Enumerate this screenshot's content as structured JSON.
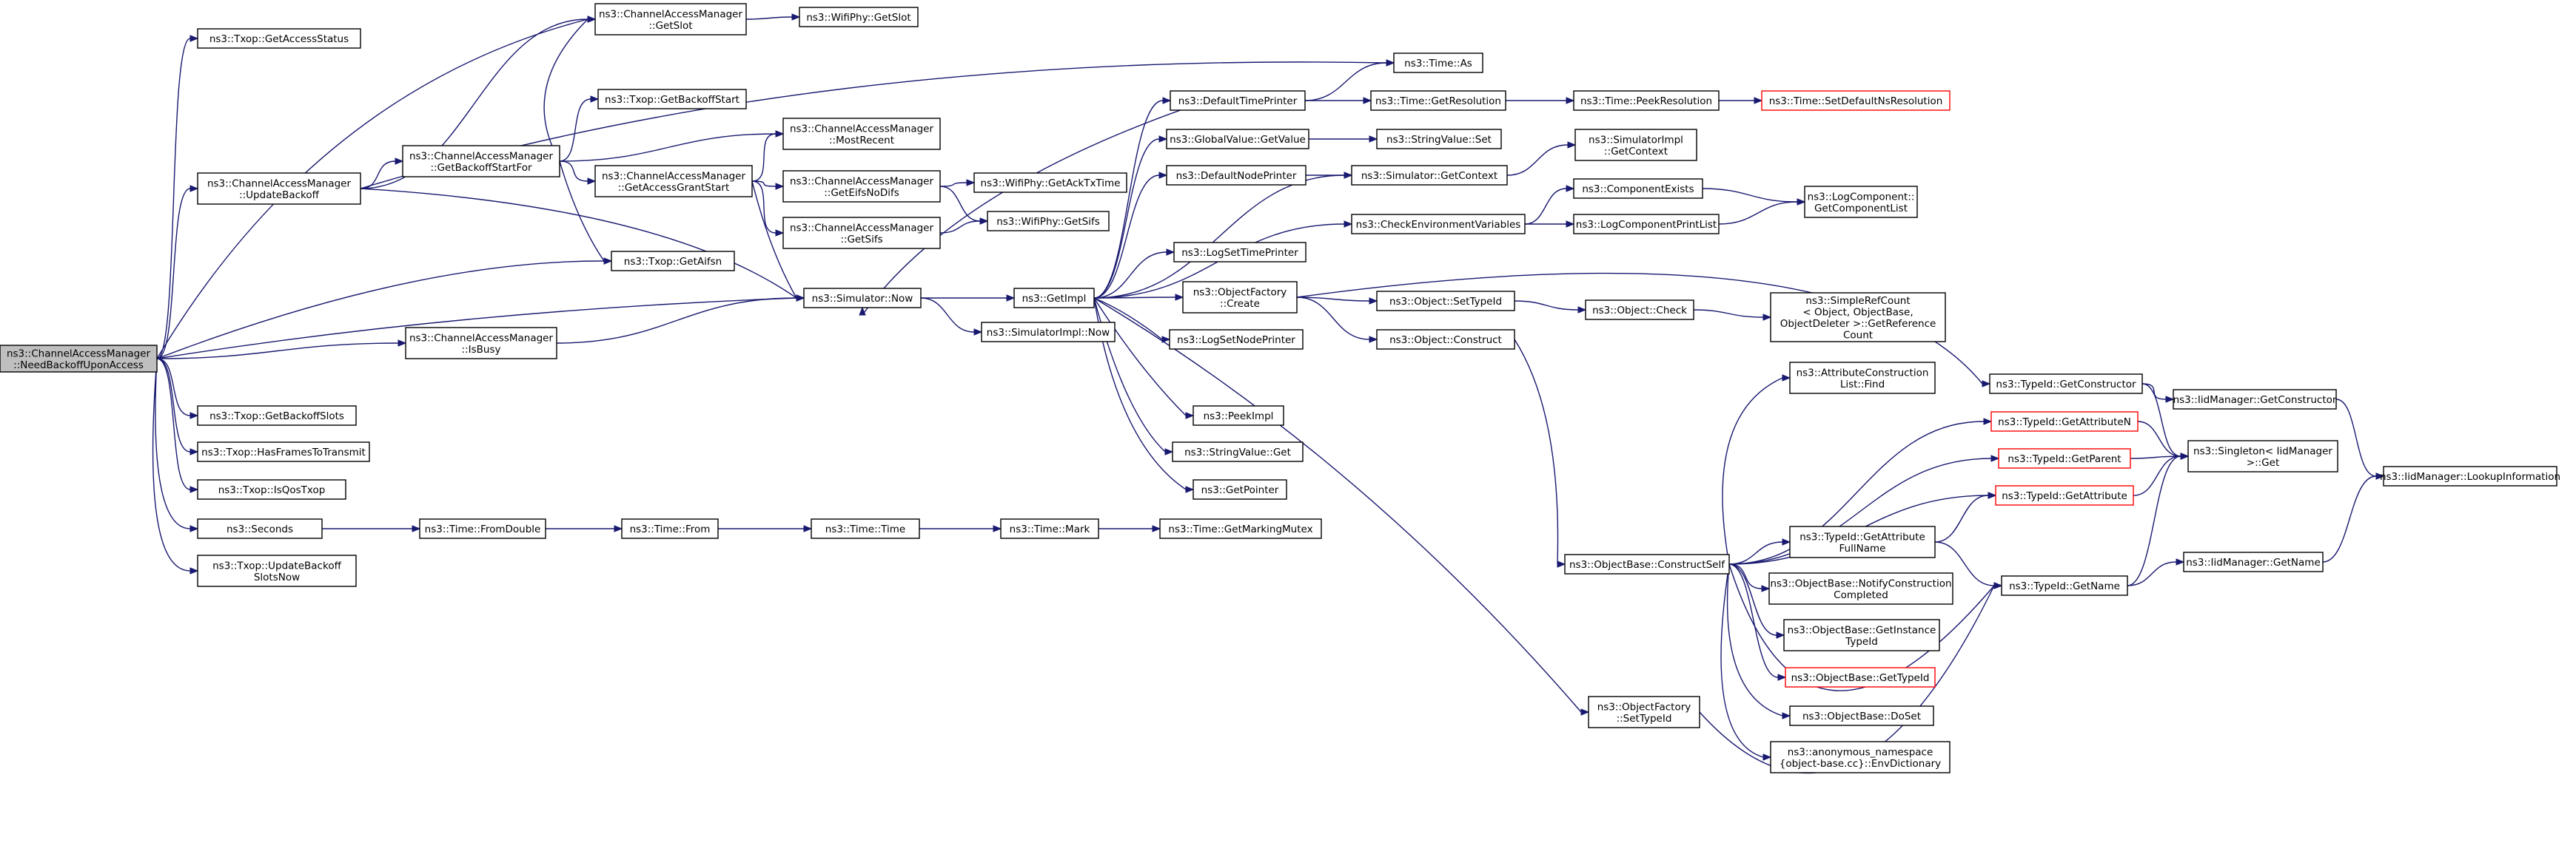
{
  "nodes": [
    {
      "id": "need",
      "lines": [
        "ns3::ChannelAccessManager",
        "::NeedBackoffUponAccess"
      ],
      "root": true
    },
    {
      "id": "getAccessStatus",
      "lines": [
        "ns3::Txop::GetAccessStatus"
      ]
    },
    {
      "id": "updateBackoff",
      "lines": [
        "ns3::ChannelAccessManager",
        "::UpdateBackoff"
      ]
    },
    {
      "id": "getSlot",
      "lines": [
        "ns3::ChannelAccessManager",
        "::GetSlot"
      ]
    },
    {
      "id": "wifiGetSlot",
      "lines": [
        "ns3::WifiPhy::GetSlot"
      ]
    },
    {
      "id": "getBackoffStartFor",
      "lines": [
        "ns3::ChannelAccessManager",
        "::GetBackoffStartFor"
      ]
    },
    {
      "id": "getBackoffStart",
      "lines": [
        "ns3::Txop::GetBackoffStart"
      ]
    },
    {
      "id": "mostRecent",
      "lines": [
        "ns3::ChannelAccessManager",
        "::MostRecent"
      ]
    },
    {
      "id": "getAccessGrantStart",
      "lines": [
        "ns3::ChannelAccessManager",
        "::GetAccessGrantStart"
      ]
    },
    {
      "id": "getEifsNoDifs",
      "lines": [
        "ns3::ChannelAccessManager",
        "::GetEifsNoDifs"
      ]
    },
    {
      "id": "getAckTxTime",
      "lines": [
        "ns3::WifiPhy::GetAckTxTime"
      ]
    },
    {
      "id": "cgetSifs",
      "lines": [
        "ns3::ChannelAccessManager",
        "::GetSifs"
      ]
    },
    {
      "id": "wifiGetSifs",
      "lines": [
        "ns3::WifiPhy::GetSifs"
      ]
    },
    {
      "id": "getAifsn",
      "lines": [
        "ns3::Txop::GetAifsn"
      ]
    },
    {
      "id": "simNow",
      "lines": [
        "ns3::Simulator::Now"
      ]
    },
    {
      "id": "simImplNow",
      "lines": [
        "ns3::SimulatorImpl::Now"
      ]
    },
    {
      "id": "getImpl",
      "lines": [
        "ns3::GetImpl"
      ]
    },
    {
      "id": "isBusy",
      "lines": [
        "ns3::ChannelAccessManager",
        "::IsBusy"
      ]
    },
    {
      "id": "getBackoffSlots",
      "lines": [
        "ns3::Txop::GetBackoffSlots"
      ]
    },
    {
      "id": "hasFrames",
      "lines": [
        "ns3::Txop::HasFramesToTransmit"
      ]
    },
    {
      "id": "isQosTxop",
      "lines": [
        "ns3::Txop::IsQosTxop"
      ]
    },
    {
      "id": "seconds",
      "lines": [
        "ns3::Seconds"
      ]
    },
    {
      "id": "updateBackoffSlots",
      "lines": [
        "ns3::Txop::UpdateBackoff",
        "SlotsNow"
      ]
    },
    {
      "id": "fromDouble",
      "lines": [
        "ns3::Time::FromDouble"
      ]
    },
    {
      "id": "timeFrom",
      "lines": [
        "ns3::Time::From"
      ]
    },
    {
      "id": "timeTime",
      "lines": [
        "ns3::Time::Time"
      ]
    },
    {
      "id": "timeMark",
      "lines": [
        "ns3::Time::Mark"
      ]
    },
    {
      "id": "markMutex",
      "lines": [
        "ns3::Time::GetMarkingMutex"
      ]
    },
    {
      "id": "defaultTimePrinter",
      "lines": [
        "ns3::DefaultTimePrinter"
      ]
    },
    {
      "id": "timeAs",
      "lines": [
        "ns3::Time::As"
      ]
    },
    {
      "id": "getResolution",
      "lines": [
        "ns3::Time::GetResolution"
      ]
    },
    {
      "id": "peekResolution",
      "lines": [
        "ns3::Time::PeekResolution"
      ]
    },
    {
      "id": "setDefaultNs",
      "lines": [
        "ns3::Time::SetDefaultNsResolution"
      ],
      "red": true
    },
    {
      "id": "globalGetValue",
      "lines": [
        "ns3::GlobalValue::GetValue"
      ]
    },
    {
      "id": "stringSet",
      "lines": [
        "ns3::StringValue::Set"
      ]
    },
    {
      "id": "defaultNodePrinter",
      "lines": [
        "ns3::DefaultNodePrinter"
      ]
    },
    {
      "id": "simGetContext",
      "lines": [
        "ns3::Simulator::GetContext"
      ]
    },
    {
      "id": "simImplGetContext",
      "lines": [
        "ns3::SimulatorImpl",
        "::GetContext"
      ]
    },
    {
      "id": "checkEnv",
      "lines": [
        "ns3::CheckEnvironmentVariables"
      ]
    },
    {
      "id": "componentExists",
      "lines": [
        "ns3::ComponentExists"
      ]
    },
    {
      "id": "logComponentPrintList",
      "lines": [
        "ns3::LogComponentPrintList"
      ]
    },
    {
      "id": "getComponentList",
      "lines": [
        "ns3::LogComponent::",
        "GetComponentList"
      ]
    },
    {
      "id": "logSetTimePrinter",
      "lines": [
        "ns3::LogSetTimePrinter"
      ]
    },
    {
      "id": "ofCreate",
      "lines": [
        "ns3::ObjectFactory",
        "::Create"
      ]
    },
    {
      "id": "objSetTypeId",
      "lines": [
        "ns3::Object::SetTypeId"
      ]
    },
    {
      "id": "objCheck",
      "lines": [
        "ns3::Object::Check"
      ]
    },
    {
      "id": "simpleRefCount",
      "lines": [
        "ns3::SimpleRefCount",
        "< Object, ObjectBase,",
        "ObjectDeleter >::GetReference",
        "Count"
      ]
    },
    {
      "id": "objConstruct",
      "lines": [
        "ns3::Object::Construct"
      ]
    },
    {
      "id": "logSetNodePrinter",
      "lines": [
        "ns3::LogSetNodePrinter"
      ]
    },
    {
      "id": "peekImpl",
      "lines": [
        "ns3::PeekImpl"
      ]
    },
    {
      "id": "stringGet",
      "lines": [
        "ns3::StringValue::Get"
      ]
    },
    {
      "id": "getPointer",
      "lines": [
        "ns3::GetPointer"
      ]
    },
    {
      "id": "acListFind",
      "lines": [
        "ns3::AttributeConstruction",
        "List::Find"
      ]
    },
    {
      "id": "typeGetConstructor",
      "lines": [
        "ns3::TypeId::GetConstructor"
      ]
    },
    {
      "id": "iidGetConstructor",
      "lines": [
        "ns3::IidManager::GetConstructor"
      ]
    },
    {
      "id": "typeGetAttributeN",
      "lines": [
        "ns3::TypeId::GetAttributeN"
      ],
      "red": true
    },
    {
      "id": "typeGetParent",
      "lines": [
        "ns3::TypeId::GetParent"
      ],
      "red": true
    },
    {
      "id": "singletonGet",
      "lines": [
        "ns3::Singleton< IidManager",
        "  >::Get"
      ]
    },
    {
      "id": "iidLookup",
      "lines": [
        "ns3::IidManager::LookupInformation"
      ]
    },
    {
      "id": "typeGetAttribute",
      "lines": [
        "ns3::TypeId::GetAttribute"
      ],
      "red": true
    },
    {
      "id": "typeGetAttrFullName",
      "lines": [
        "ns3::TypeId::GetAttribute",
        "FullName"
      ]
    },
    {
      "id": "typeGetName",
      "lines": [
        "ns3::TypeId::GetName"
      ]
    },
    {
      "id": "iidGetName",
      "lines": [
        "ns3::IidManager::GetName"
      ]
    },
    {
      "id": "constructSelf",
      "lines": [
        "ns3::ObjectBase::ConstructSelf"
      ]
    },
    {
      "id": "notifyConstruction",
      "lines": [
        "ns3::ObjectBase::NotifyConstruction",
        "Completed"
      ]
    },
    {
      "id": "getInstanceTypeId",
      "lines": [
        "ns3::ObjectBase::GetInstance",
        "TypeId"
      ]
    },
    {
      "id": "obGetTypeId",
      "lines": [
        "ns3::ObjectBase::GetTypeId"
      ],
      "red": true
    },
    {
      "id": "doSet",
      "lines": [
        "ns3::ObjectBase::DoSet"
      ]
    },
    {
      "id": "envDictionary",
      "lines": [
        "ns3::anonymous_namespace",
        "{object-base.cc}::EnvDictionary"
      ]
    },
    {
      "id": "ofSetTypeId",
      "lines": [
        "ns3::ObjectFactory",
        "::SetTypeId"
      ]
    }
  ],
  "edges": [
    [
      "need",
      "getAccessStatus"
    ],
    [
      "need",
      "updateBackoff"
    ],
    [
      "need",
      "getSlot"
    ],
    [
      "need",
      "getAifsn"
    ],
    [
      "need",
      "simNow"
    ],
    [
      "need",
      "isBusy"
    ],
    [
      "need",
      "getBackoffSlots"
    ],
    [
      "need",
      "hasFrames"
    ],
    [
      "need",
      "isQosTxop"
    ],
    [
      "need",
      "seconds"
    ],
    [
      "need",
      "updateBackoffSlots"
    ],
    [
      "updateBackoff",
      "getSlot"
    ],
    [
      "updateBackoff",
      "getBackoffStartFor"
    ],
    [
      "updateBackoff",
      "timeAs"
    ],
    [
      "updateBackoff",
      "simNow"
    ],
    [
      "getSlot",
      "wifiGetSlot"
    ],
    [
      "getBackoffStartFor",
      "getSlot"
    ],
    [
      "getBackoffStartFor",
      "getBackoffStart"
    ],
    [
      "getBackoffStartFor",
      "mostRecent"
    ],
    [
      "getBackoffStartFor",
      "getAccessGrantStart"
    ],
    [
      "getBackoffStartFor",
      "getAifsn"
    ],
    [
      "getAccessGrantStart",
      "mostRecent"
    ],
    [
      "getAccessGrantStart",
      "getEifsNoDifs"
    ],
    [
      "getAccessGrantStart",
      "cgetSifs"
    ],
    [
      "getAccessGrantStart",
      "simNow"
    ],
    [
      "getEifsNoDifs",
      "getAckTxTime"
    ],
    [
      "getEifsNoDifs",
      "wifiGetSifs"
    ],
    [
      "cgetSifs",
      "wifiGetSifs"
    ],
    [
      "isBusy",
      "simNow"
    ],
    [
      "simNow",
      "getImpl"
    ],
    [
      "simNow",
      "simImplNow"
    ],
    [
      "seconds",
      "fromDouble"
    ],
    [
      "fromDouble",
      "timeFrom"
    ],
    [
      "timeFrom",
      "timeTime"
    ],
    [
      "timeTime",
      "timeMark"
    ],
    [
      "timeMark",
      "markMutex"
    ],
    [
      "getImpl",
      "defaultTimePrinter"
    ],
    [
      "getImpl",
      "globalGetValue"
    ],
    [
      "getImpl",
      "defaultNodePrinter"
    ],
    [
      "getImpl",
      "simGetContext"
    ],
    [
      "getImpl",
      "checkEnv"
    ],
    [
      "getImpl",
      "logSetTimePrinter"
    ],
    [
      "getImpl",
      "ofCreate"
    ],
    [
      "getImpl",
      "logSetNodePrinter"
    ],
    [
      "getImpl",
      "peekImpl"
    ],
    [
      "getImpl",
      "stringGet"
    ],
    [
      "getImpl",
      "getPointer"
    ],
    [
      "getImpl",
      "ofSetTypeId"
    ],
    [
      "defaultTimePrinter",
      "timeAs"
    ],
    [
      "defaultTimePrinter",
      "getResolution"
    ],
    [
      "defaultTimePrinter",
      "simNow"
    ],
    [
      "getResolution",
      "peekResolution"
    ],
    [
      "peekResolution",
      "setDefaultNs"
    ],
    [
      "globalGetValue",
      "stringSet"
    ],
    [
      "defaultNodePrinter",
      "simGetContext"
    ],
    [
      "simGetContext",
      "simImplGetContext"
    ],
    [
      "checkEnv",
      "componentExists"
    ],
    [
      "checkEnv",
      "logComponentPrintList"
    ],
    [
      "componentExists",
      "getComponentList"
    ],
    [
      "logComponentPrintList",
      "getComponentList"
    ],
    [
      "ofCreate",
      "objSetTypeId"
    ],
    [
      "ofCreate",
      "objConstruct"
    ],
    [
      "ofCreate",
      "typeGetConstructor"
    ],
    [
      "objSetTypeId",
      "objCheck"
    ],
    [
      "objCheck",
      "simpleRefCount"
    ],
    [
      "objConstruct",
      "constructSelf"
    ],
    [
      "typeGetConstructor",
      "iidGetConstructor"
    ],
    [
      "typeGetConstructor",
      "singletonGet"
    ],
    [
      "iidGetConstructor",
      "iidLookup"
    ],
    [
      "typeGetAttributeN",
      "singletonGet"
    ],
    [
      "typeGetParent",
      "singletonGet"
    ],
    [
      "typeGetAttribute",
      "singletonGet"
    ],
    [
      "typeGetAttrFullName",
      "typeGetAttribute"
    ],
    [
      "typeGetAttrFullName",
      "typeGetName"
    ],
    [
      "typeGetName",
      "singletonGet"
    ],
    [
      "typeGetName",
      "iidGetName"
    ],
    [
      "iidGetName",
      "iidLookup"
    ],
    [
      "constructSelf",
      "acListFind"
    ],
    [
      "constructSelf",
      "typeGetAttributeN"
    ],
    [
      "constructSelf",
      "typeGetParent"
    ],
    [
      "constructSelf",
      "typeGetAttribute"
    ],
    [
      "constructSelf",
      "typeGetAttrFullName"
    ],
    [
      "constructSelf",
      "typeGetName"
    ],
    [
      "constructSelf",
      "notifyConstruction"
    ],
    [
      "constructSelf",
      "getInstanceTypeId"
    ],
    [
      "constructSelf",
      "obGetTypeId"
    ],
    [
      "constructSelf",
      "doSet"
    ],
    [
      "constructSelf",
      "envDictionary"
    ],
    [
      "ofSetTypeId",
      "typeGetName"
    ]
  ]
}
